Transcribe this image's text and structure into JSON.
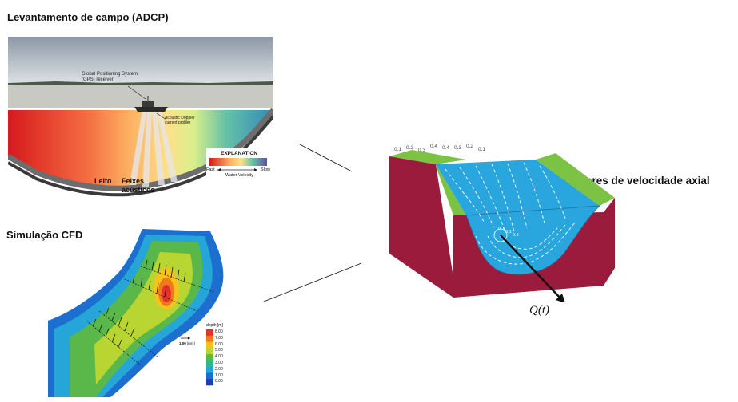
{
  "titles": {
    "adcp": "Levantamento de campo (ADCP)",
    "cfd": "Simulação CFD",
    "isovalues": "Isovalores de velocidade axial"
  },
  "adcp": {
    "gps_label_1": "Global Positioning System",
    "gps_label_2": "(GPS) receiver",
    "profiler_label_1": "Acoustic Doppler",
    "profiler_label_2": "current profiler",
    "bed_label": "Leito",
    "beams_label_1": "Feixes",
    "beams_label_2": "acústicos",
    "explanation_title": "EXPLANATION",
    "fast_label": "Fast",
    "slow_label": "Slow",
    "velocity_label": "Water Velocity",
    "colors": [
      "#d7191c",
      "#f46d43",
      "#fdae61",
      "#fee08b",
      "#d9ef8b",
      "#66c2a5",
      "#3288bd",
      "#5e4fa2"
    ]
  },
  "cfd": {
    "scale_value": "1.00",
    "scale_unit": "[m/s]",
    "legend_title": "depth [m]",
    "legend_ticks": [
      "8.00",
      "7.00",
      "6.00",
      "5.00",
      "4.00",
      "3.00",
      "2.00",
      "1.00",
      "0.00"
    ],
    "legend_colors": [
      "#e4312b",
      "#f07a1a",
      "#f6c21c",
      "#b9d531",
      "#5ab84a",
      "#2fb58f",
      "#26a6d8",
      "#1d6fcf",
      "#1a3fb0"
    ]
  },
  "block": {
    "isovalue_numbers": [
      "0.1",
      "0.2",
      "0.3",
      "0.4",
      "0.4",
      "0.3",
      "0.2",
      "0.1"
    ],
    "inner_numbers": [
      "0.1",
      "0.1",
      "0.2"
    ],
    "flow_label": "Q(t)",
    "colors": {
      "soil": "#9b1b3c",
      "water": "#29a6de",
      "bank": "#7cc243"
    }
  }
}
